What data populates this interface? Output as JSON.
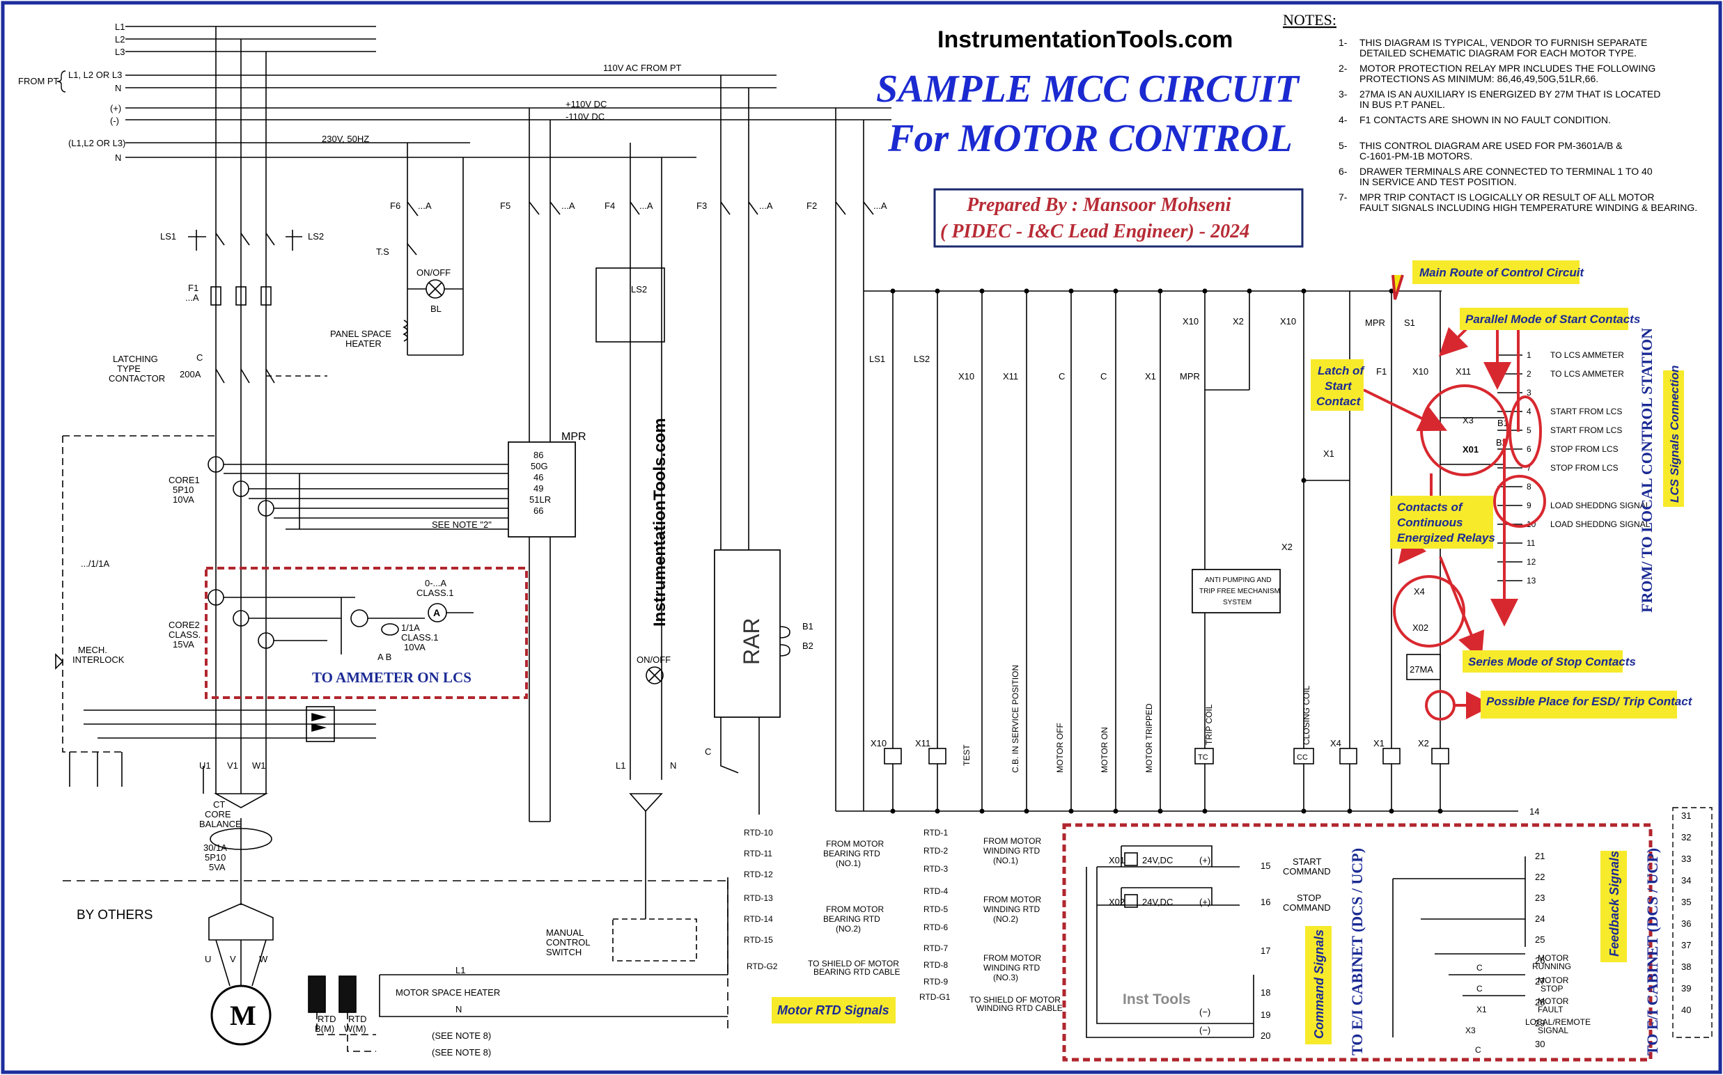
{
  "header": {
    "site": "InstrumentationTools.com",
    "title1": "SAMPLE MCC CIRCUIT",
    "title2": "For MOTOR CONTROL",
    "author1": "Prepared By : Mansoor Mohseni",
    "author2": "( PIDEC - I&C Lead Engineer) - 2024",
    "watermark_vertical": "InstrumentationTools.com",
    "inst_tools": "Inst Tools"
  },
  "notes": {
    "title": "NOTES:",
    "items": [
      {
        "num": "1-",
        "l1": "THIS DIAGRAM IS TYPICAL, VENDOR TO FURNISH SEPARATE",
        "l2": "DETAILED SCHEMATIC DIAGRAM FOR EACH MOTOR TYPE."
      },
      {
        "num": "2-",
        "l1": "MOTOR PROTECTION RELAY MPR INCLUDES THE FOLLOWING",
        "l2": "PROTECTIONS AS MINIMUM: 86,46,49,50G,51LR,66."
      },
      {
        "num": "3-",
        "l1": "27MA IS AN AUXILIARY IS ENERGIZED BY 27M THAT IS LOCATED",
        "l2": "IN BUS P.T PANEL."
      },
      {
        "num": "4-",
        "l1": "F1 CONTACTS ARE SHOWN IN NO FAULT CONDITION.",
        "l2": ""
      },
      {
        "num": "5-",
        "l1": "THIS CONTROL DIAGRAM ARE USED FOR PM-3601A/B &",
        "l2": "C-1601-PM-1B MOTORS."
      },
      {
        "num": "6-",
        "l1": "DRAWER TERMINALS ARE CONNECTED TO TERMINAL 1 TO 40",
        "l2": "IN SERVICE AND TEST POSITION."
      },
      {
        "num": "7-",
        "l1": "MPR TRIP CONTACT IS LOGICALLY OR RESULT OF ALL MOTOR",
        "l2": "FAULT SIGNALS INCLUDING HIGH TEMPERATURE WINDING & BEARING."
      }
    ]
  },
  "callouts": {
    "main_route": "Main Route of Control Circuit",
    "parallel": "Parallel Mode of Start Contacts",
    "latch": [
      "Latch of",
      "Start",
      "Contact"
    ],
    "continuous": [
      "Contacts of",
      "Continuous",
      "Energized Relays"
    ],
    "series": "Series Mode of Stop Contacts",
    "esd": "Possible Place for ESD/ Trip Contact",
    "motor_rtd": "Motor RTD Signals",
    "command": "Command Signals",
    "feedback": "Feedback Signals",
    "lcs_conn": "LCS Signals Connection",
    "ammeter": "TO AMMETER ON LCS"
  },
  "vertical_labels": {
    "from_lcs": "FROM/ TO LOCAL CONTROL STATION",
    "ei_cabinet": "TO E/I CABINET (DCS / UCP)"
  },
  "buses": {
    "l1": "L1",
    "l2": "L2",
    "l3": "L3",
    "from_pt": "FROM PT",
    "l1l2l3": "L1, L2 OR L3",
    "n": "N",
    "ac110": "110V AC FROM PT",
    "plus": "(+)",
    "minus": "(-)",
    "dc_plus": "+110V DC",
    "dc_minus": "-110V DC",
    "l1l2l3b": "(L1,L2 OR L3)",
    "v230": "230V, 50HZ"
  },
  "power": {
    "ls1": "LS1",
    "ls2": "LS2",
    "f1": "F1",
    "f1a": "...A",
    "latching": [
      "LATCHING",
      "TYPE",
      "CONTACTOR"
    ],
    "c": "C",
    "a200": "200A",
    "core1": [
      "CORE1",
      "5P10",
      "10VA"
    ],
    "ratio": ".../1/1A",
    "core2": [
      "CORE2",
      "CLASS.",
      "15VA"
    ],
    "mech": [
      "MECH.",
      "INTERLOCK"
    ],
    "u1": "U1",
    "v1": "V1",
    "w1": "W1",
    "ctcore": [
      "CT",
      "CORE",
      "BALANCE"
    ],
    "ct_ratio": [
      "30/1A",
      "5P10",
      "5VA"
    ],
    "by_others": "BY OTHERS",
    "uvw": [
      "U",
      "V",
      "W"
    ],
    "motor": "M",
    "rtd_b": [
      "RTD",
      "B(M)"
    ],
    "rtd_w": [
      "RTD",
      "W(M)"
    ],
    "see8": "(SEE NOTE 8)",
    "heater": "MOTOR SPACE HEATER",
    "l1b": "L1",
    "nb": "N",
    "manual": [
      "MANUAL",
      "CONTROL",
      "SWITCH"
    ],
    "ammeter": [
      "0-...A",
      "CLASS.1"
    ],
    "ct_small": [
      "1/1A",
      "CLASS.1",
      "10VA"
    ],
    "ab": "A  B"
  },
  "aux": {
    "f6": "F6",
    "ts": "T.S",
    "onoff": "ON/OFF",
    "bl": "BL",
    "heater": [
      "PANEL SPACE",
      "HEATER"
    ],
    "f5": "F5",
    "f4": "F4",
    "f3": "F3",
    "f2": "F2",
    "a": "...A",
    "mpr": "MPR",
    "mpr_list": [
      "86",
      "50G",
      "46",
      "49",
      "51LR",
      "66"
    ],
    "see2": "SEE NOTE \"2\"",
    "ls2": "LS2",
    "rar": "RAR",
    "b1": "B1",
    "b2": "B2",
    "l1": "L1",
    "n": "N",
    "onoff2": "ON/OFF",
    "c": "C"
  },
  "control": {
    "top": [
      "LS1",
      "LS2",
      "X10",
      "X11",
      "C",
      "C",
      "X1",
      "MPR",
      "X10",
      "X2",
      "X10",
      "MPR",
      "S1",
      "F1",
      "X10",
      "X11",
      "X1",
      "X2",
      "X3",
      "X01",
      "X4",
      "X02",
      "27MA",
      "B1",
      "B2"
    ],
    "coils": [
      "X10",
      "X11",
      "X4",
      "X1",
      "X2",
      "TC",
      "CC"
    ],
    "vert": [
      "TEST",
      "C.B. IN SERVICE POSITION",
      "MOTOR OFF",
      "MOTOR ON",
      "MOTOR TRIPPED",
      "TRIP COIL",
      "CLOSING COIL"
    ],
    "anti": [
      "ANTI PUMPING AND",
      "TRIP FREE MECHANISM",
      "SYSTEM"
    ],
    "term14": "14"
  },
  "lcs_terms": [
    {
      "n": "1",
      "label": "TO LCS AMMETER"
    },
    {
      "n": "2",
      "label": "TO LCS AMMETER"
    },
    {
      "n": "3",
      "label": ""
    },
    {
      "n": "4",
      "label": "START FROM LCS"
    },
    {
      "n": "5",
      "label": "START FROM LCS"
    },
    {
      "n": "6",
      "label": "STOP FROM LCS"
    },
    {
      "n": "7",
      "label": "STOP FROM LCS"
    },
    {
      "n": "8",
      "label": ""
    },
    {
      "n": "9",
      "label": "LOAD SHEDDNG SIGNAL"
    },
    {
      "n": "10",
      "label": "LOAD SHEDDNG SIGNAL"
    },
    {
      "n": "11",
      "label": ""
    },
    {
      "n": "12",
      "label": ""
    },
    {
      "n": "13",
      "label": ""
    }
  ],
  "rtd": {
    "g1": [
      "RTD-10",
      "RTD-11",
      "RTD-12"
    ],
    "g1l": [
      "FROM MOTOR",
      "BEARING RTD",
      "(NO.1)"
    ],
    "g2": [
      "RTD-13",
      "RTD-14",
      "RTD-15"
    ],
    "g2l": [
      "FROM MOTOR",
      "BEARING RTD",
      "(NO.2)"
    ],
    "g3": [
      "RTD-1",
      "RTD-2",
      "RTD-3"
    ],
    "g3l": [
      "FROM MOTOR",
      "WINDING RTD",
      "(NO.1)"
    ],
    "g4": [
      "RTD-4",
      "RTD-5",
      "RTD-6"
    ],
    "g4l": [
      "FROM MOTOR",
      "WINDING RTD",
      "(NO.2)"
    ],
    "g5": [
      "RTD-7",
      "RTD-8",
      "RTD-9"
    ],
    "g5l": [
      "FROM MOTOR",
      "WINDING RTD",
      "(NO.3)"
    ],
    "g2a": "RTD-G2",
    "g2al": [
      "TO SHIELD OF MOTOR",
      "BEARING RTD CABLE"
    ],
    "g1a": "RTD-G1",
    "g1al": [
      "TO SHIELD OF MOTOR",
      "WINDING RTD CABLE"
    ]
  },
  "cmd": {
    "x01": "X01",
    "x02": "X02",
    "v24": "24V,DC",
    "plus": "(+)",
    "minus": "(−)",
    "t15": "15",
    "t16": "16",
    "t17": "17",
    "t18": "18",
    "t19": "19",
    "t20": "20",
    "start": [
      "START",
      "COMMAND"
    ],
    "stop": [
      "STOP",
      "COMMAND"
    ]
  },
  "fb": {
    "terms": [
      "21",
      "22",
      "23",
      "24",
      "25",
      "26",
      "27",
      "28",
      "29",
      "30"
    ],
    "labels": [
      [
        "MOTOR",
        "RUNNING"
      ],
      [
        "MOTOR",
        "STOP"
      ],
      [
        "MOTOR",
        "FAULT"
      ],
      [
        "LOCAL/REMOTE",
        "SIGNAL"
      ]
    ],
    "c": "C",
    "x1": "X1",
    "x3": "X3"
  },
  "spare": [
    "31",
    "32",
    "33",
    "34",
    "35",
    "36",
    "37",
    "38",
    "39",
    "40"
  ]
}
